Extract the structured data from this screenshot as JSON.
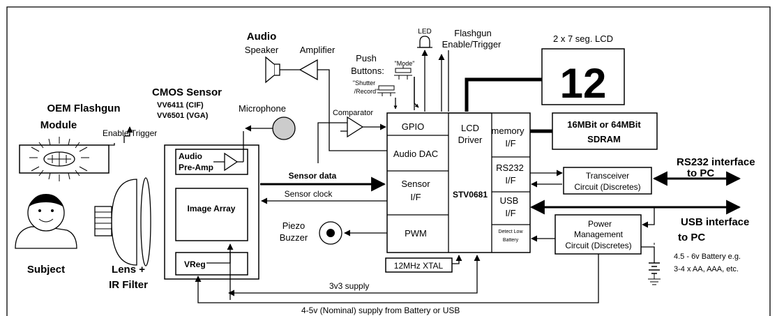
{
  "labels": {
    "audio": "Audio",
    "speaker": "Speaker",
    "amplifier": "Amplifier",
    "push_buttons_1": "Push",
    "push_buttons_2": "Buttons:",
    "shutter_1": "\"Shutter",
    "shutter_2": "/Record\"",
    "mode": "\"Mode\"",
    "led": "LED",
    "flashgun_1": "Flashgun",
    "flashgun_2": "Enable/Trigger",
    "lcd_display": "2 x 7 seg. LCD",
    "lcd_digits": "12",
    "cmos_sensor": "CMOS Sensor",
    "vv6411": "VV6411 (CIF)",
    "vv6501": "VV6501 (VGA)",
    "microphone": "Microphone",
    "comparator": "Comparator",
    "oem_1": "OEM Flashgun",
    "oem_2": "Module",
    "enable_trigger": "Enable/Trigger",
    "audio_preamp_1": "Audio",
    "audio_preamp_2": "Pre-Amp",
    "image_array": "Image Array",
    "vreg": "VReg",
    "sensor_data": "Sensor data",
    "sensor_clock": "Sensor clock",
    "piezo_1": "Piezo",
    "piezo_2": "Buzzer",
    "subject": "Subject",
    "lens_1": "Lens +",
    "lens_2": "IR Filter",
    "gpio": "GPIO",
    "audio_dac": "Audio DAC",
    "lcd_driver_1": "LCD",
    "lcd_driver_2": "Driver",
    "memory_if_1": "memory",
    "memory_if_2": "I/F",
    "rs232_if_1": "RS232",
    "rs232_if_2": "I/F",
    "sensor_if_1": "Sensor",
    "sensor_if_2": "I/F",
    "stv0681": "STV0681",
    "usb_if_1": "USB",
    "usb_if_2": "I/F",
    "pwm": "PWM",
    "detect_low_1": "Detect Low",
    "detect_low_2": "Battery",
    "xtal": "12MHz XTAL",
    "sdram_1": "16MBit or 64MBit",
    "sdram_2": "SDRAM",
    "transceiver_1": "Transceiver",
    "transceiver_2": "Circuit (Discretes)",
    "power_1": "Power",
    "power_2": "Management",
    "power_3": "Circuit (Discretes)",
    "rs232_pc_1": "RS232 interface",
    "rs232_pc_2": "to PC",
    "usb_pc_1": "USB interface",
    "usb_pc_2": "to PC",
    "battery_1": "4.5 - 6v Battery e.g.",
    "battery_2": "3-4 x AA, AAA, etc.",
    "supply_3v3": "3v3 supply",
    "supply_45v": "4-5v (Nominal) supply from Battery or USB"
  }
}
